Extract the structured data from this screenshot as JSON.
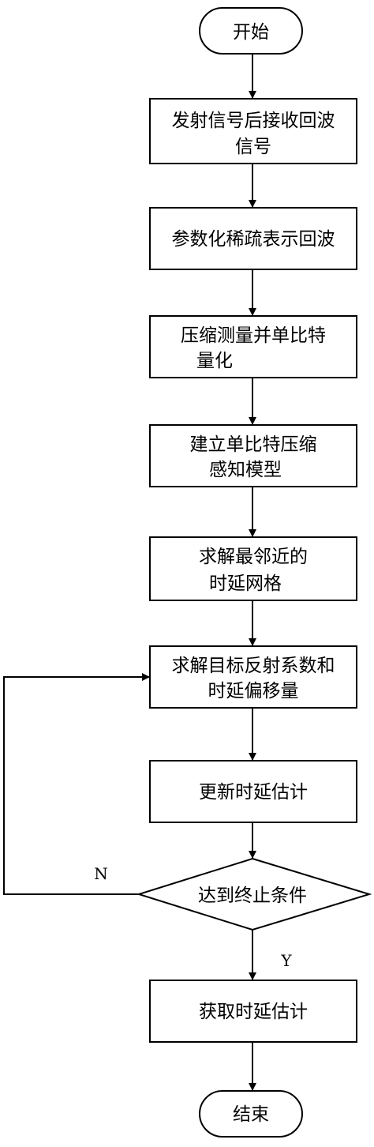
{
  "flowchart": {
    "start": "开始",
    "step1": [
      "发射信号后接收回波",
      "信号"
    ],
    "step2": [
      "参数化稀疏表示回波"
    ],
    "step3": [
      "压缩测量并单比特",
      "量化"
    ],
    "step4": [
      "建立单比特压缩",
      "感知模型"
    ],
    "step5": [
      "求解最邻近的",
      "时延网格"
    ],
    "step6": [
      "求解目标反射系数和",
      "时延偏移量"
    ],
    "step7": [
      "更新时延估计"
    ],
    "decision": "达到终止条件",
    "no_label": "N",
    "yes_label": "Y",
    "step8": [
      "获取时延估计"
    ],
    "end": "结束"
  }
}
